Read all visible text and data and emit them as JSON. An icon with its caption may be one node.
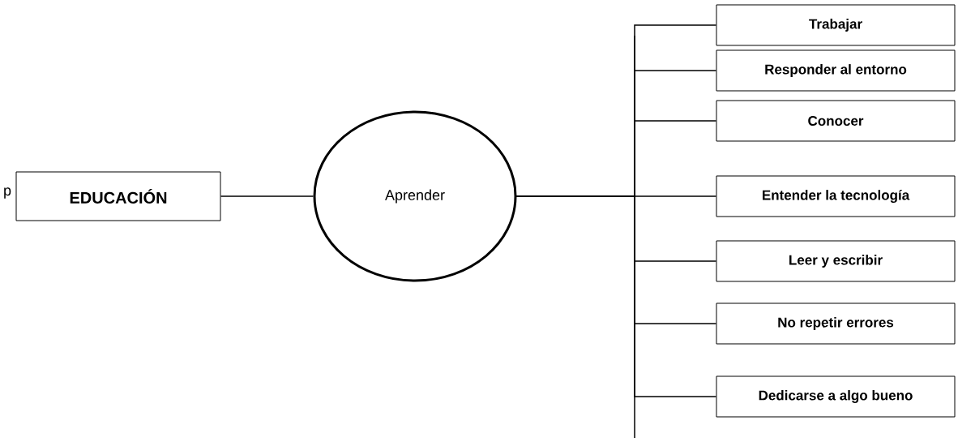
{
  "diagram": {
    "nodes": [
      {
        "text": [
          "EDUCACIÓN"
        ]
      },
      {
        "text": [
          "Aprender"
        ]
      },
      {
        "text": [
          "Trabajar"
        ]
      },
      {
        "text": [
          "Responder al entorno"
        ]
      },
      {
        "text": [
          "Conocer"
        ]
      },
      {
        "text": [
          "Entender la tecnología"
        ]
      },
      {
        "text": [
          "Leer y escribir"
        ]
      },
      {
        "text": [
          "No repetir errores"
        ]
      },
      {
        "text": [
          "Dedicarse a algo bueno"
        ]
      }
    ],
    "edges": [
      {
        "from": 0,
        "to": 1,
        "arrow": "none"
      },
      {
        "from": 1,
        "to": 2,
        "arrow": "none"
      },
      {
        "from": 1,
        "to": 3,
        "arrow": "none"
      },
      {
        "from": 1,
        "to": 4,
        "arrow": "none"
      },
      {
        "from": 1,
        "to": 5,
        "arrow": "none"
      },
      {
        "from": 1,
        "to": 6,
        "arrow": "none"
      },
      {
        "from": 1,
        "to": 7,
        "arrow": "none"
      },
      {
        "from": 1,
        "to": 8,
        "arrow": "none"
      }
    ],
    "labels": [
      "p"
    ]
  }
}
